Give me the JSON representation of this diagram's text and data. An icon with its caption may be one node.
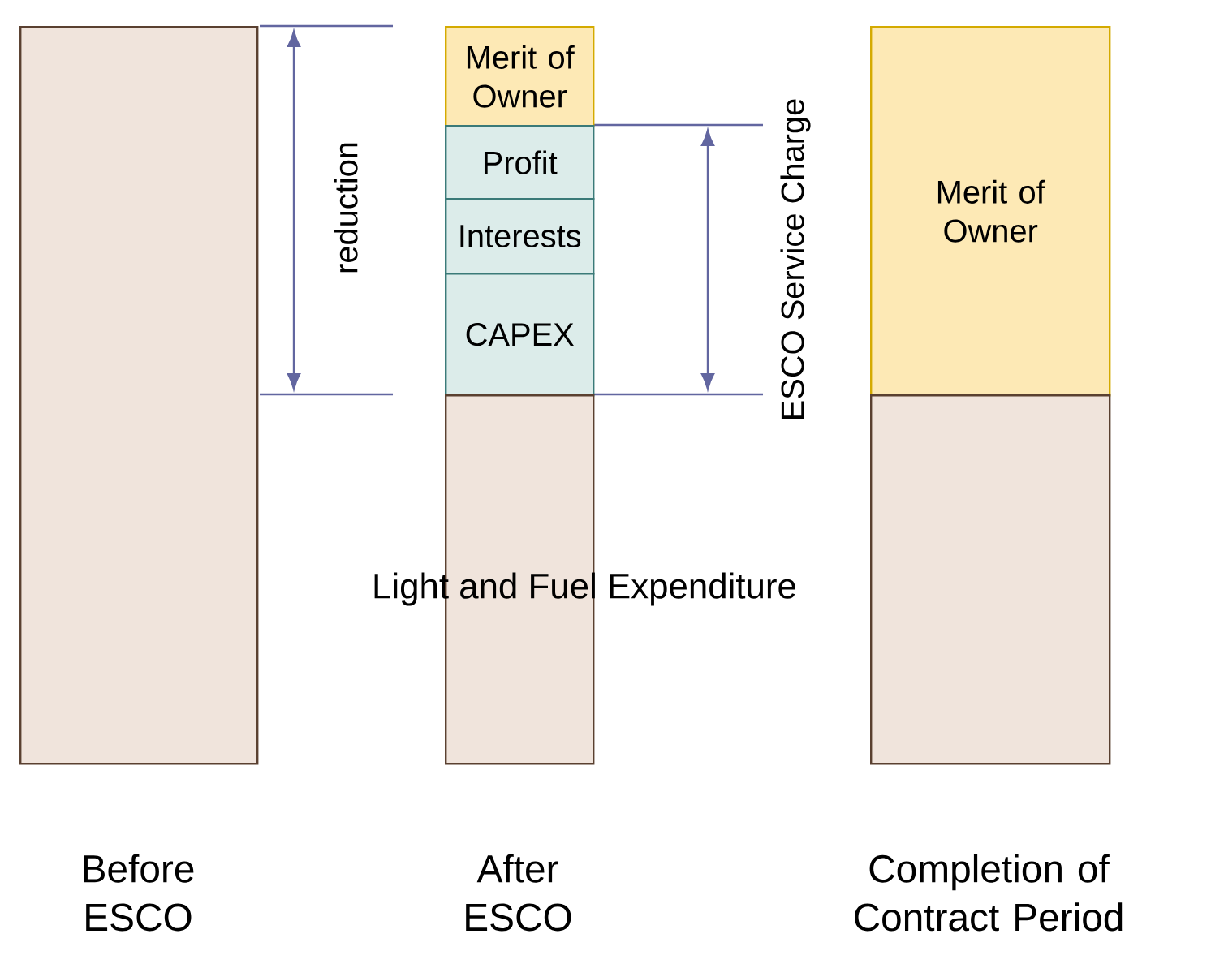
{
  "diagram": {
    "nodes": [
      {
        "text": [],
        "shape": "bar",
        "beside": [
          "Before ESCO"
        ]
      },
      {
        "text": [
          "Merit of Owner"
        ]
      },
      {
        "text": [
          "Profit"
        ]
      },
      {
        "text": [
          "Interests"
        ]
      },
      {
        "text": [
          "CAPEX"
        ]
      },
      {
        "text": [],
        "shape": "bar",
        "beside": [
          "After ESCO"
        ]
      },
      {
        "text": [
          "Merit of Owner"
        ]
      },
      {
        "text": [],
        "shape": "bar",
        "beside": [
          "Completion of Contract Period"
        ]
      }
    ],
    "labels": [
      "reduction",
      "ESCO Service Charge",
      "Light and Fuel Expenditure"
    ]
  }
}
